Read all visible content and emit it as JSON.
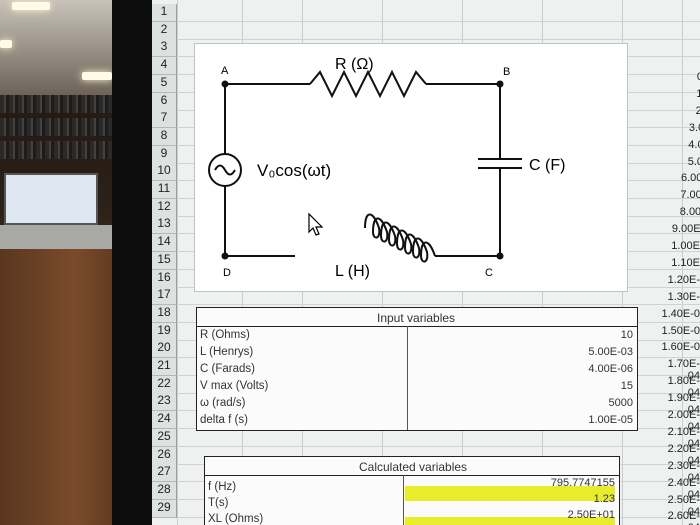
{
  "rows": [
    "1",
    "2",
    "3",
    "4",
    "5",
    "6",
    "7",
    "8",
    "9",
    "10",
    "11",
    "12",
    "13",
    "14",
    "15",
    "16",
    "17",
    "18",
    "19",
    "20",
    "21",
    "22",
    "23",
    "24",
    "25",
    "26",
    "27",
    "28",
    "29"
  ],
  "circuit": {
    "node_a": "A",
    "node_b": "B",
    "node_c": "C",
    "node_d": "D",
    "resistor_label": "R (Ω)",
    "source_label": "V₀cos(ωt)",
    "capacitor_label": "C (F)",
    "inductor_label": "L (H)"
  },
  "input_table": {
    "title": "Input variables",
    "items": [
      {
        "label": "R (Ohms)",
        "value": "10"
      },
      {
        "label": "L (Henrys)",
        "value": "5.00E-03"
      },
      {
        "label": "C (Farads)",
        "value": "4.00E-06"
      },
      {
        "label": "V max (Volts)",
        "value": "15"
      },
      {
        "label": "ω (rad/s)",
        "value": "5000"
      },
      {
        "label": "delta f (s)",
        "value": "1.00E-05"
      }
    ]
  },
  "calc_table": {
    "title": "Calculated variables",
    "items": [
      {
        "label": "f (Hz)",
        "value": "795.7747155"
      },
      {
        "label": "T(s)",
        "value": "1.23"
      },
      {
        "label": "XL (Ohms)",
        "value": "2.50E+01"
      }
    ]
  },
  "side_column": [
    "0.",
    "1.",
    "2.",
    "3.0",
    "4.0",
    "5.0",
    "6.00",
    "7.00",
    "8.00",
    "9.00E",
    "1.00E",
    "1.10E",
    "1.20E-",
    "1.30E-",
    "1.40E-0",
    "1.50E-0",
    "1.60E-0",
    "1.70E-04",
    "1.80E-04",
    "1.90E-04",
    "2.00E-04",
    "2.10E-04",
    "2.20E-04",
    "2.30E-04",
    "2.40E-04",
    "2.50E-04",
    "2.60E-04"
  ],
  "colors": {
    "highlight": "#e8ec2a",
    "cell_bg": "#eef1f0"
  }
}
